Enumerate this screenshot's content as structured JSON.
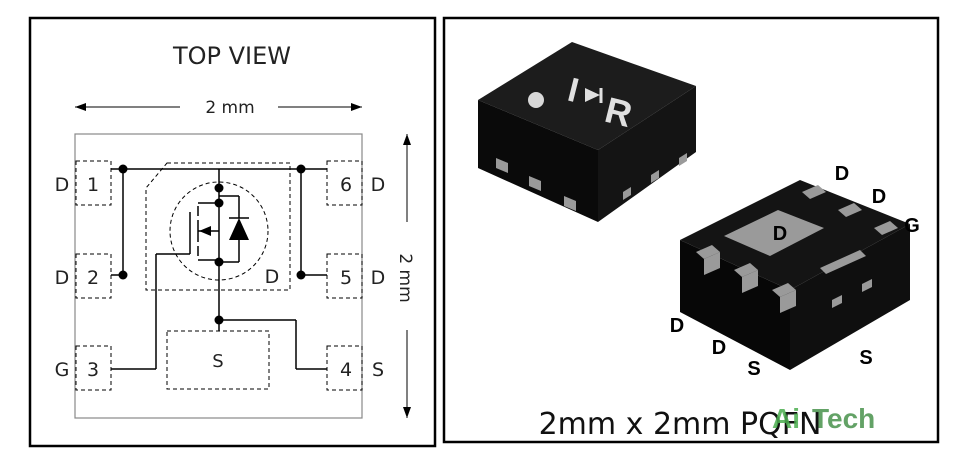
{
  "colors": {
    "package_body": "#0d0d0d",
    "package_top": "#1a1a1a",
    "pad": "#9a9a9a",
    "watermark_green": "#4caf50",
    "line": "#000000"
  },
  "left_panel": {
    "title": "TOP VIEW",
    "width_dim": "2 mm",
    "height_dim": "2 mm",
    "pins": [
      {
        "num": "1",
        "name": "D"
      },
      {
        "num": "2",
        "name": "D"
      },
      {
        "num": "3",
        "name": "G"
      },
      {
        "num": "4",
        "name": "S"
      },
      {
        "num": "5",
        "name": "D"
      },
      {
        "num": "6",
        "name": "D"
      }
    ],
    "source_pad": "S",
    "drain_pad": "D"
  },
  "right_panel": {
    "top_marking": "I",
    "top_marking_r": "R",
    "bottom_pad_label": "D",
    "pin_labels": [
      "D",
      "D",
      "G",
      "D",
      "D",
      "S",
      "S"
    ],
    "caption": "2mm x 2mm PQFN",
    "watermark_ai": "Ai",
    "watermark_tech": "Tech"
  }
}
